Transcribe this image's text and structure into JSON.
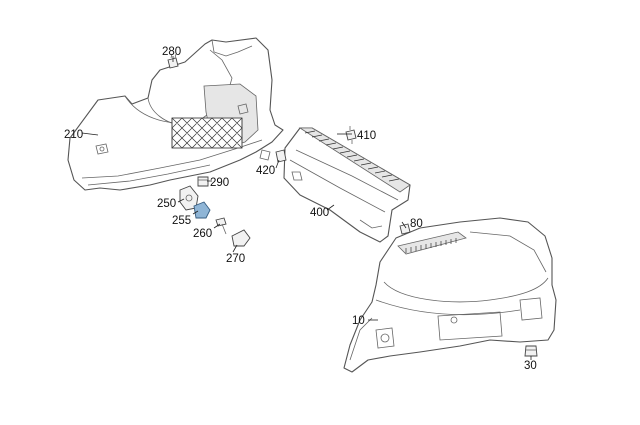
{
  "callouts": {
    "c10": "10",
    "c30": "30",
    "c80": "80",
    "c210": "210",
    "c250": "250",
    "c255": "255",
    "c260": "260",
    "c270": "270",
    "c280": "280",
    "c290": "290",
    "c400": "400",
    "c410": "410",
    "c420": "420"
  },
  "colors": {
    "line": "#555555",
    "highlight_part": "#8fb5d6",
    "background": "#ffffff"
  }
}
